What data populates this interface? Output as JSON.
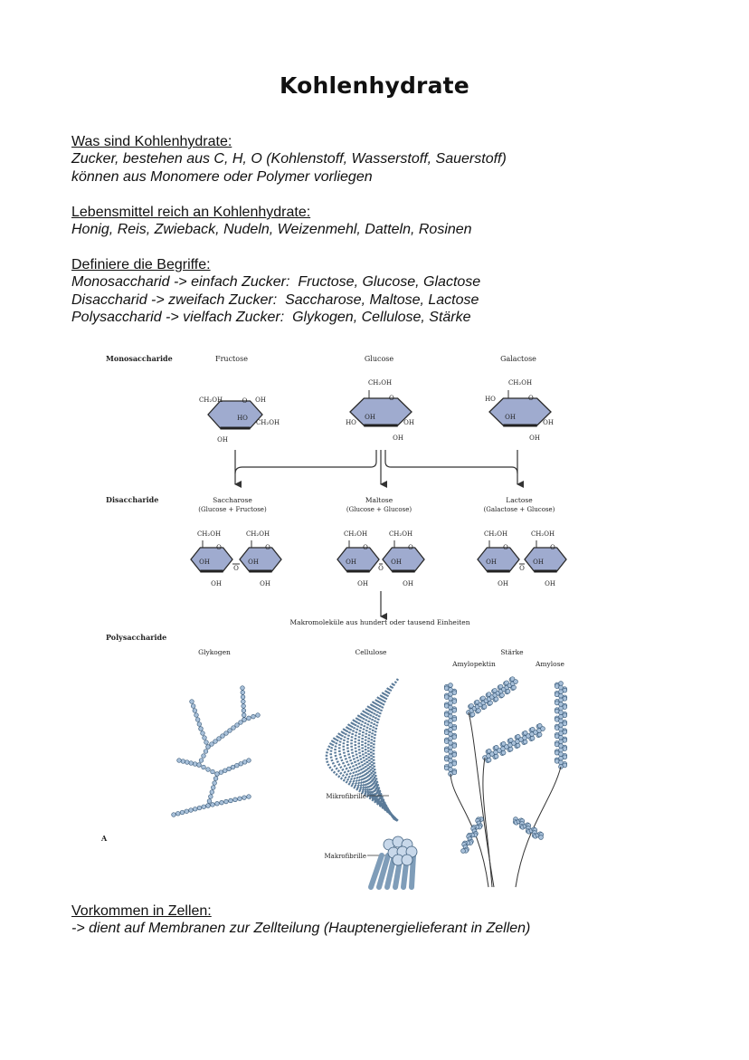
{
  "title": "Kohlenhydrate",
  "sections": [
    {
      "heading": "Was sind Kohlenhydrate:",
      "lines": [
        "Zucker, bestehen aus C, H, O (Kohlenstoff, Wasserstoff, Sauerstoff)",
        "können aus Monomere oder Polymer vorliegen"
      ]
    },
    {
      "heading": "Lebensmittel reich an Kohlenhydrate:",
      "lines": [
        "Honig, Reis, Zwieback, Nudeln, Weizenmehl, Datteln, Rosinen"
      ]
    },
    {
      "heading": "Definiere die Begriffe:",
      "lines": [
        "Monosaccharid -> einfach Zucker:  Fructose, Glucose, Glactose",
        "Disaccharid -> zweifach Zucker:  Saccharose, Maltose, Lactose",
        "Polysaccharid -> vielfach Zucker:  Glykogen, Cellulose, Stärke"
      ]
    },
    {
      "heading": "Vorkommen in Zellen:",
      "lines": [
        "-> dient auf Membranen zur Zellteilung (Hauptenergielieferant in Zellen)"
      ]
    }
  ],
  "figure": {
    "row_labels": {
      "mono": "Monosaccharide",
      "di": "Disaccharide",
      "poly": "Polysaccharide"
    },
    "mono": [
      "Fructose",
      "Glucose",
      "Galactose"
    ],
    "di": [
      {
        "name": "Saccharose",
        "sub": "(Glucose + Fructose)"
      },
      {
        "name": "Maltose",
        "sub": "(Glucose + Glucose)"
      },
      {
        "name": "Lactose",
        "sub": "(Galactose + Glucose)"
      }
    ],
    "macro": "Makromoleküle aus hundert oder tausend Einheiten",
    "poly": [
      "Glykogen",
      "Cellulose",
      "Stärke"
    ],
    "amylopektin": "Amylopektin",
    "amylose": "Amylose",
    "mikrofibrille": "Mikrofibrille",
    "makrofibrille": "Makrofibrille",
    "panel_letter": "A",
    "chem": {
      "ch2oh": "CH₂OH",
      "oh": "OH",
      "ho": "HO",
      "o": "O"
    }
  },
  "colors": {
    "ring": "#9fabcf",
    "bead": "#a9c1da",
    "line": "#333333"
  }
}
